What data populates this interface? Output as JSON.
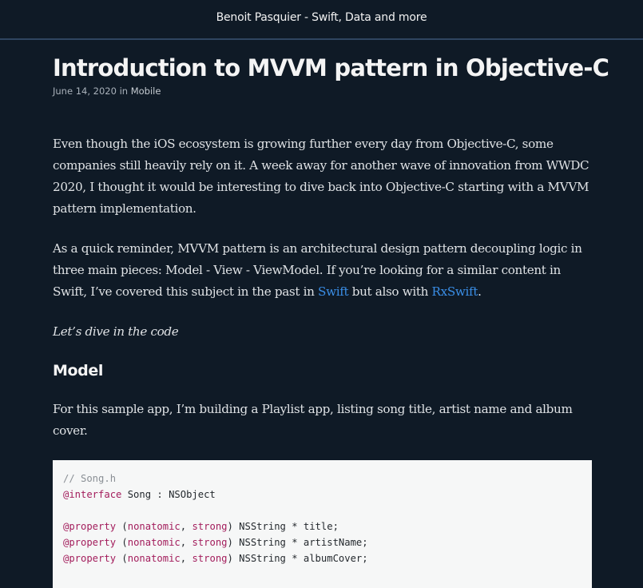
{
  "header": {
    "site_title": "Benoit Pasquier - Swift, Data and more",
    "border_color": "#2f4560",
    "background": "#0f1a26"
  },
  "post": {
    "title": "Introduction to MVVM pattern in Objective-C",
    "meta": {
      "date": "June 14, 2020",
      "in_label": "in",
      "category": "Mobile"
    },
    "paragraphs": {
      "p1": "Even though the iOS ecosystem is growing further every day from Objective-C, some companies still heavily rely on it. A week away for another wave of innovation from WWDC 2020, I thought it would be interesting to dive back into Objective-C starting with a MVVM pattern implementation.",
      "p2_before": "As a quick reminder, MVVM pattern is an architectural design pattern decoupling logic in three main pieces: Model - View - ViewModel. If you’re looking for a similar content in Swift, I’ve covered this subject in the past in ",
      "p2_link1": "Swift",
      "p2_middle": " but also with ",
      "p2_link2": "RxSwift",
      "p2_after": ".",
      "p3_italic": "Let’s dive in the code",
      "p4": "For this sample app, I’m building a Playlist app, listing song title, artist name and album cover."
    },
    "section_heading": "Model",
    "link_color": "#3a8ee6",
    "code": {
      "lines": [
        {
          "comment": "// Song.h"
        },
        {
          "kw": "@interface",
          "rest": " Song : NSObject"
        },
        {
          "blank": ""
        },
        {
          "kw": "@property",
          "p1": " (",
          "kw2": "nonatomic",
          "p2": ", ",
          "kw3": "strong",
          "p3": ") NSString * title;"
        },
        {
          "kw": "@property",
          "p1": " (",
          "kw2": "nonatomic",
          "p2": ", ",
          "kw3": "strong",
          "p3": ") NSString * artistName;"
        },
        {
          "kw": "@property",
          "p1": " (",
          "kw2": "nonatomic",
          "p2": ", ",
          "kw3": "strong",
          "p3": ") NSString * albumCover;"
        }
      ],
      "background": "#f6f7f7",
      "keyword_color": "#a31d5c",
      "comment_color": "#8a8f95"
    }
  }
}
